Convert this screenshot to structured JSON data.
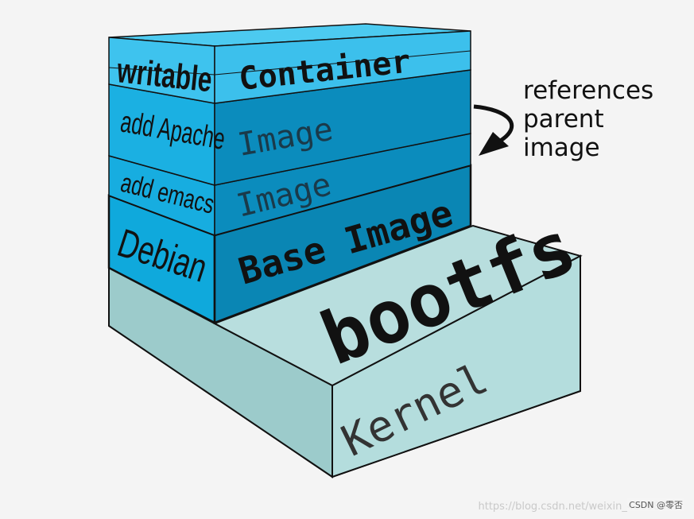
{
  "layers": {
    "kernel": {
      "label": "Kernel"
    },
    "bootfs": {
      "label": "bootfs"
    },
    "debian": {
      "side_label": "Debian",
      "front_label": "Base Image"
    },
    "emacs": {
      "side_label": "add emacs",
      "front_label": "Image"
    },
    "apache": {
      "side_label": "add Apache",
      "front_label": "Image"
    },
    "container": {
      "side_label": "writable",
      "front_label": "Container"
    }
  },
  "annotation": {
    "lines": [
      "references",
      "parent",
      "image"
    ]
  },
  "watermark": {
    "url": "https://blog.csdn.net/weixin_45698355",
    "credit": "CSDN @零否"
  },
  "colors": {
    "background": "#f4f4f4",
    "kernel_face": "#aad8d8",
    "bootfs_face": "#b6dcdc",
    "layer_front": "#0a86b4",
    "layer_side": "#0fa6d8",
    "container_face": "#3cc0ec",
    "outline": "#111111"
  }
}
